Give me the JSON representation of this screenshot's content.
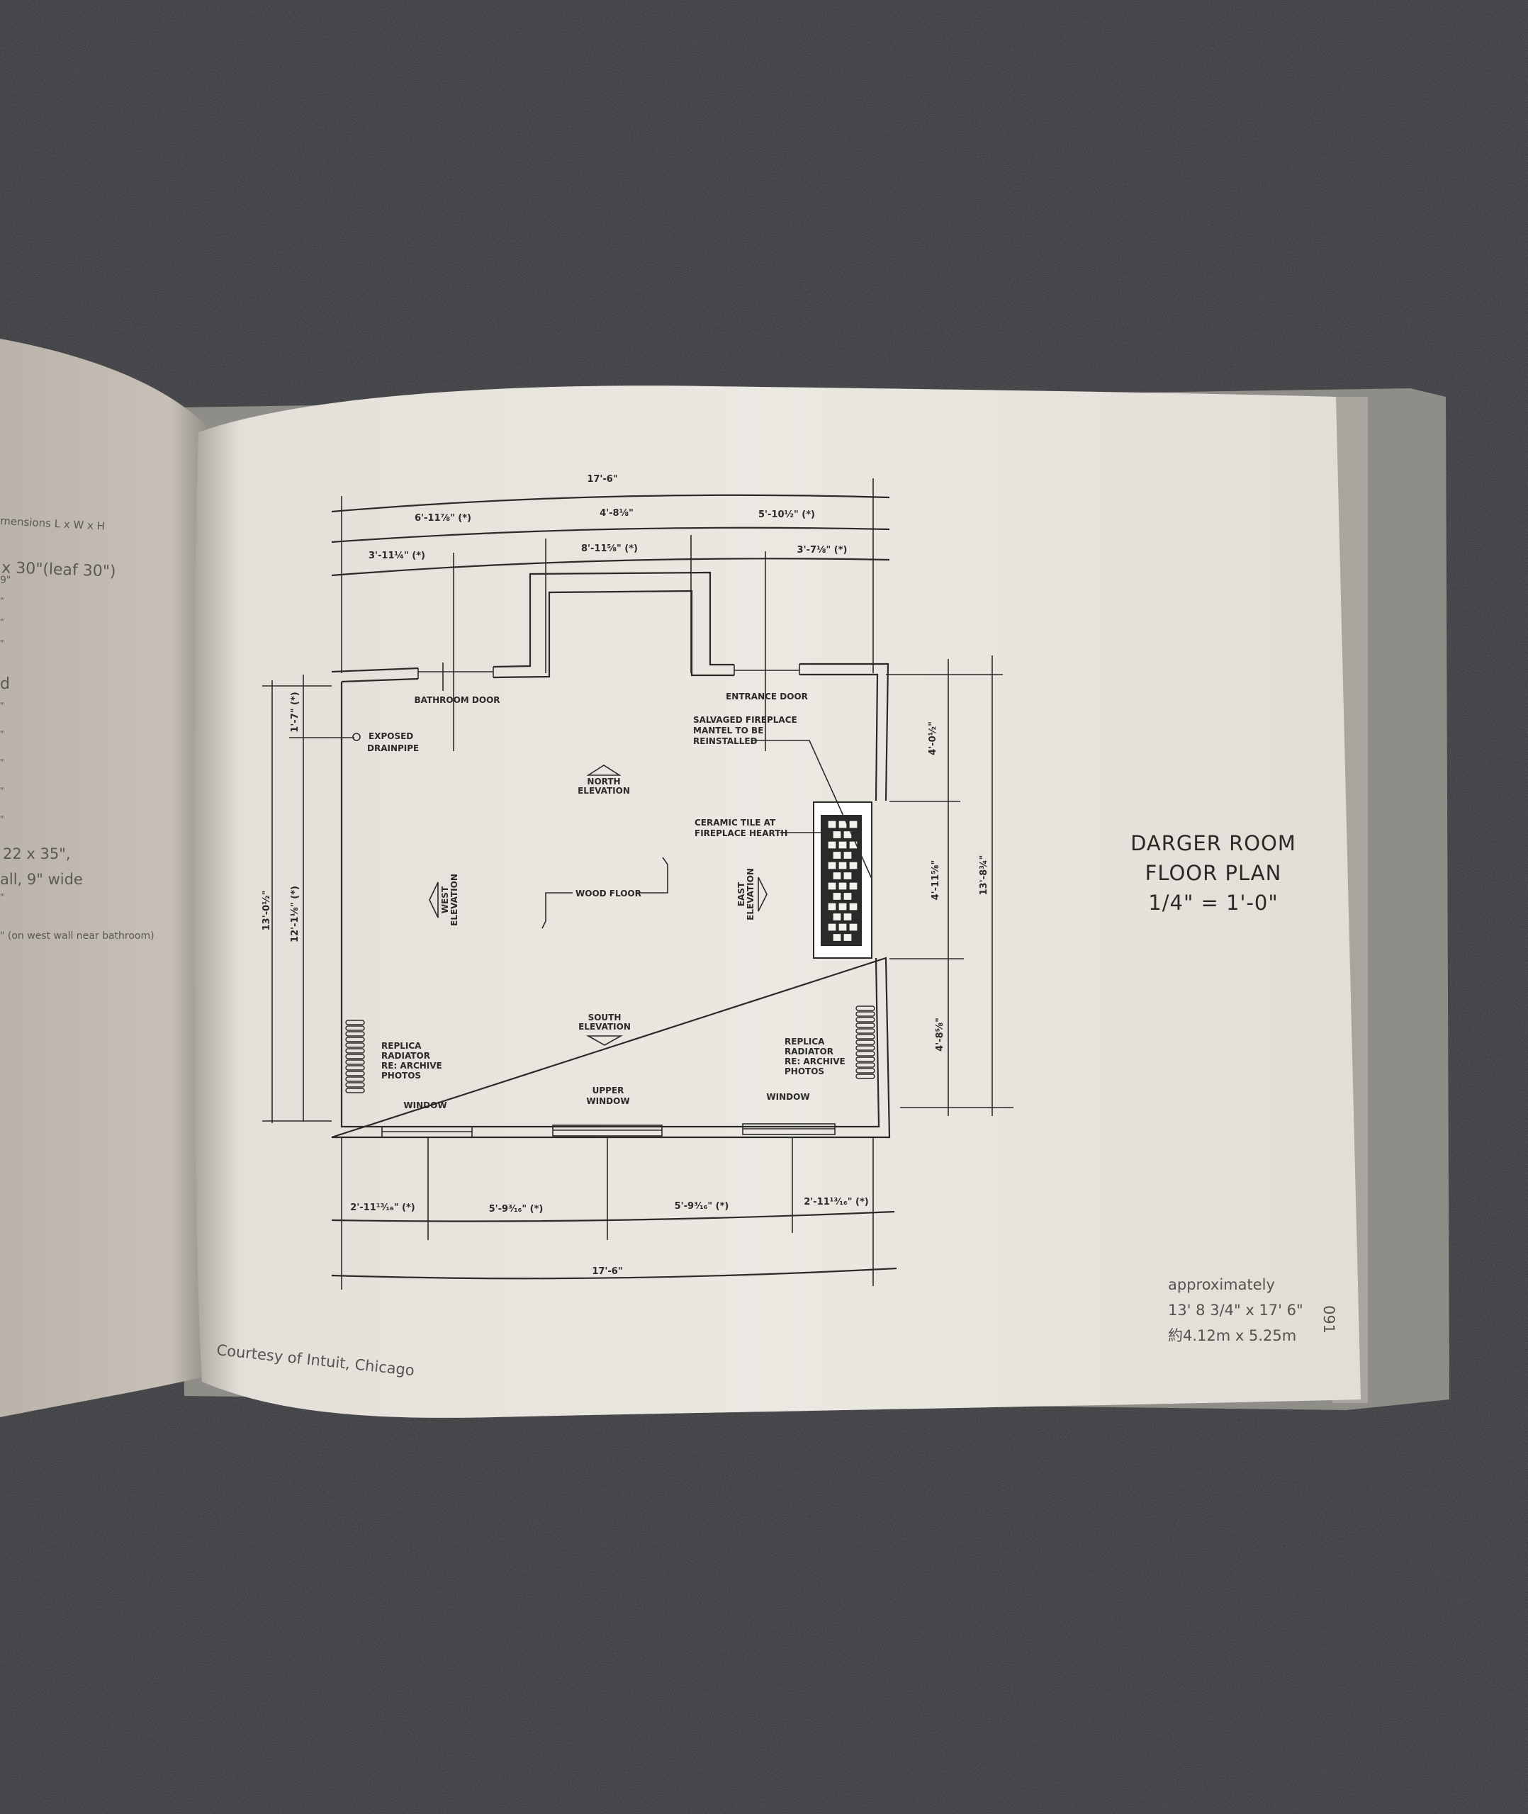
{
  "left_page": {
    "lines": [
      "mensions L x W x H",
      "x 30\"(leaf 30\")",
      "9\"",
      "\"",
      "\"",
      "\"",
      "d",
      "\"",
      "\"",
      "\"",
      "\"",
      "\"",
      "22 x 35\",",
      "all, 9\" wide",
      "\"",
      "\" (on west wall near bathroom)"
    ]
  },
  "plan": {
    "top_dims": {
      "overall": "17'-6\"",
      "row2": [
        "6'-11⅞\" (*)",
        "4'-8⅛\"",
        "5'-10½\" (*)"
      ],
      "row3": [
        "3'-11¼\" (*)",
        "8'-11⅝\" (*)",
        "3'-7⅛\" (*)"
      ]
    },
    "left_dims": {
      "overall": "13'-0½\"",
      "top": "1'-7\" (*)",
      "main": "12'-1⅛\" (*)"
    },
    "right_dims": {
      "overall": "13'-8¾\"",
      "segments": [
        "4'-0½\"",
        "4'-11⅝\"",
        "4'-8⅝\""
      ]
    },
    "bottom_dims": {
      "segments": [
        "2'-11¹³⁄₁₆\" (*)",
        "5'-9³⁄₁₆\" (*)",
        "5'-9³⁄₁₆\" (*)",
        "2'-11¹³⁄₁₆\" (*)"
      ],
      "overall": "17'-6\""
    },
    "labels": {
      "bathroom_door": "BATHROOM DOOR",
      "entrance_door": "ENTRANCE DOOR",
      "drainpipe": [
        "EXPOSED",
        "DRAINPIPE"
      ],
      "mantel": [
        "SALVAGED FIREPLACE",
        "MANTEL TO BE",
        "REINSTALLED"
      ],
      "hearth": [
        "CERAMIC TILE AT",
        "FIREPLACE HEARTH"
      ],
      "north": [
        "NORTH",
        "ELEVATION"
      ],
      "south": [
        "SOUTH",
        "ELEVATION"
      ],
      "west": [
        "WEST",
        "ELEVATION"
      ],
      "east": [
        "EAST",
        "ELEVATION"
      ],
      "wood_floor": "WOOD FLOOR",
      "radiator": [
        "REPLICA",
        "RADIATOR",
        "RE: ARCHIVE",
        "PHOTOS"
      ],
      "window": "WINDOW",
      "upper_window": [
        "UPPER",
        "WINDOW"
      ]
    }
  },
  "caption": {
    "line1": "DARGER ROOM",
    "line2": "FLOOR PLAN",
    "scale": "1/4\"  =  1'-0\""
  },
  "size_note": {
    "line1": "approximately",
    "line2": "13' 8 3/4\" x 17' 6\"",
    "line3": "約4.12m x 5.25m"
  },
  "page_number": "091",
  "credit": "Courtesy of Intuit, Chicago"
}
